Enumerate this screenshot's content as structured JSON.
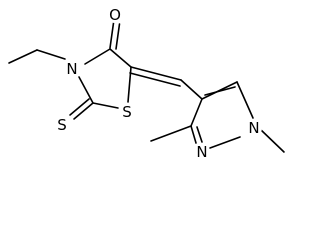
{
  "figure": {
    "type": "chemical-structure",
    "background": "#ffffff",
    "line_color": "#000000"
  },
  "atoms": {
    "carbonyl_oxygen": "O",
    "ring_nitrogen": "N",
    "ring_sulfur": "S",
    "thione_sulfur": "S",
    "pyrazole_n1": "N",
    "pyrazole_n2": "N"
  }
}
